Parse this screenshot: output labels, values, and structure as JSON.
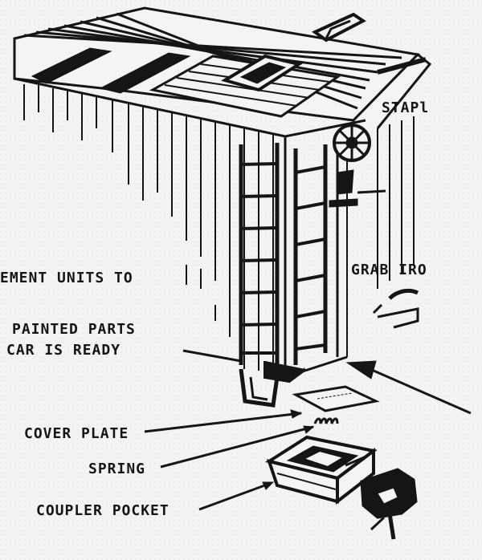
{
  "labels": {
    "staple": "STAPl",
    "grab_iron": "GRAB IRO",
    "units": "EMENT UNITS TO",
    "painted": "PAINTED PARTS",
    "ready": "CAR IS READY",
    "cover_plate": "COVER PLATE",
    "spring": "SPRING",
    "coupler_pocket": "COUPLER POCKET"
  },
  "colors": {
    "ink": "#151515",
    "paper": "#f4f4f2"
  }
}
